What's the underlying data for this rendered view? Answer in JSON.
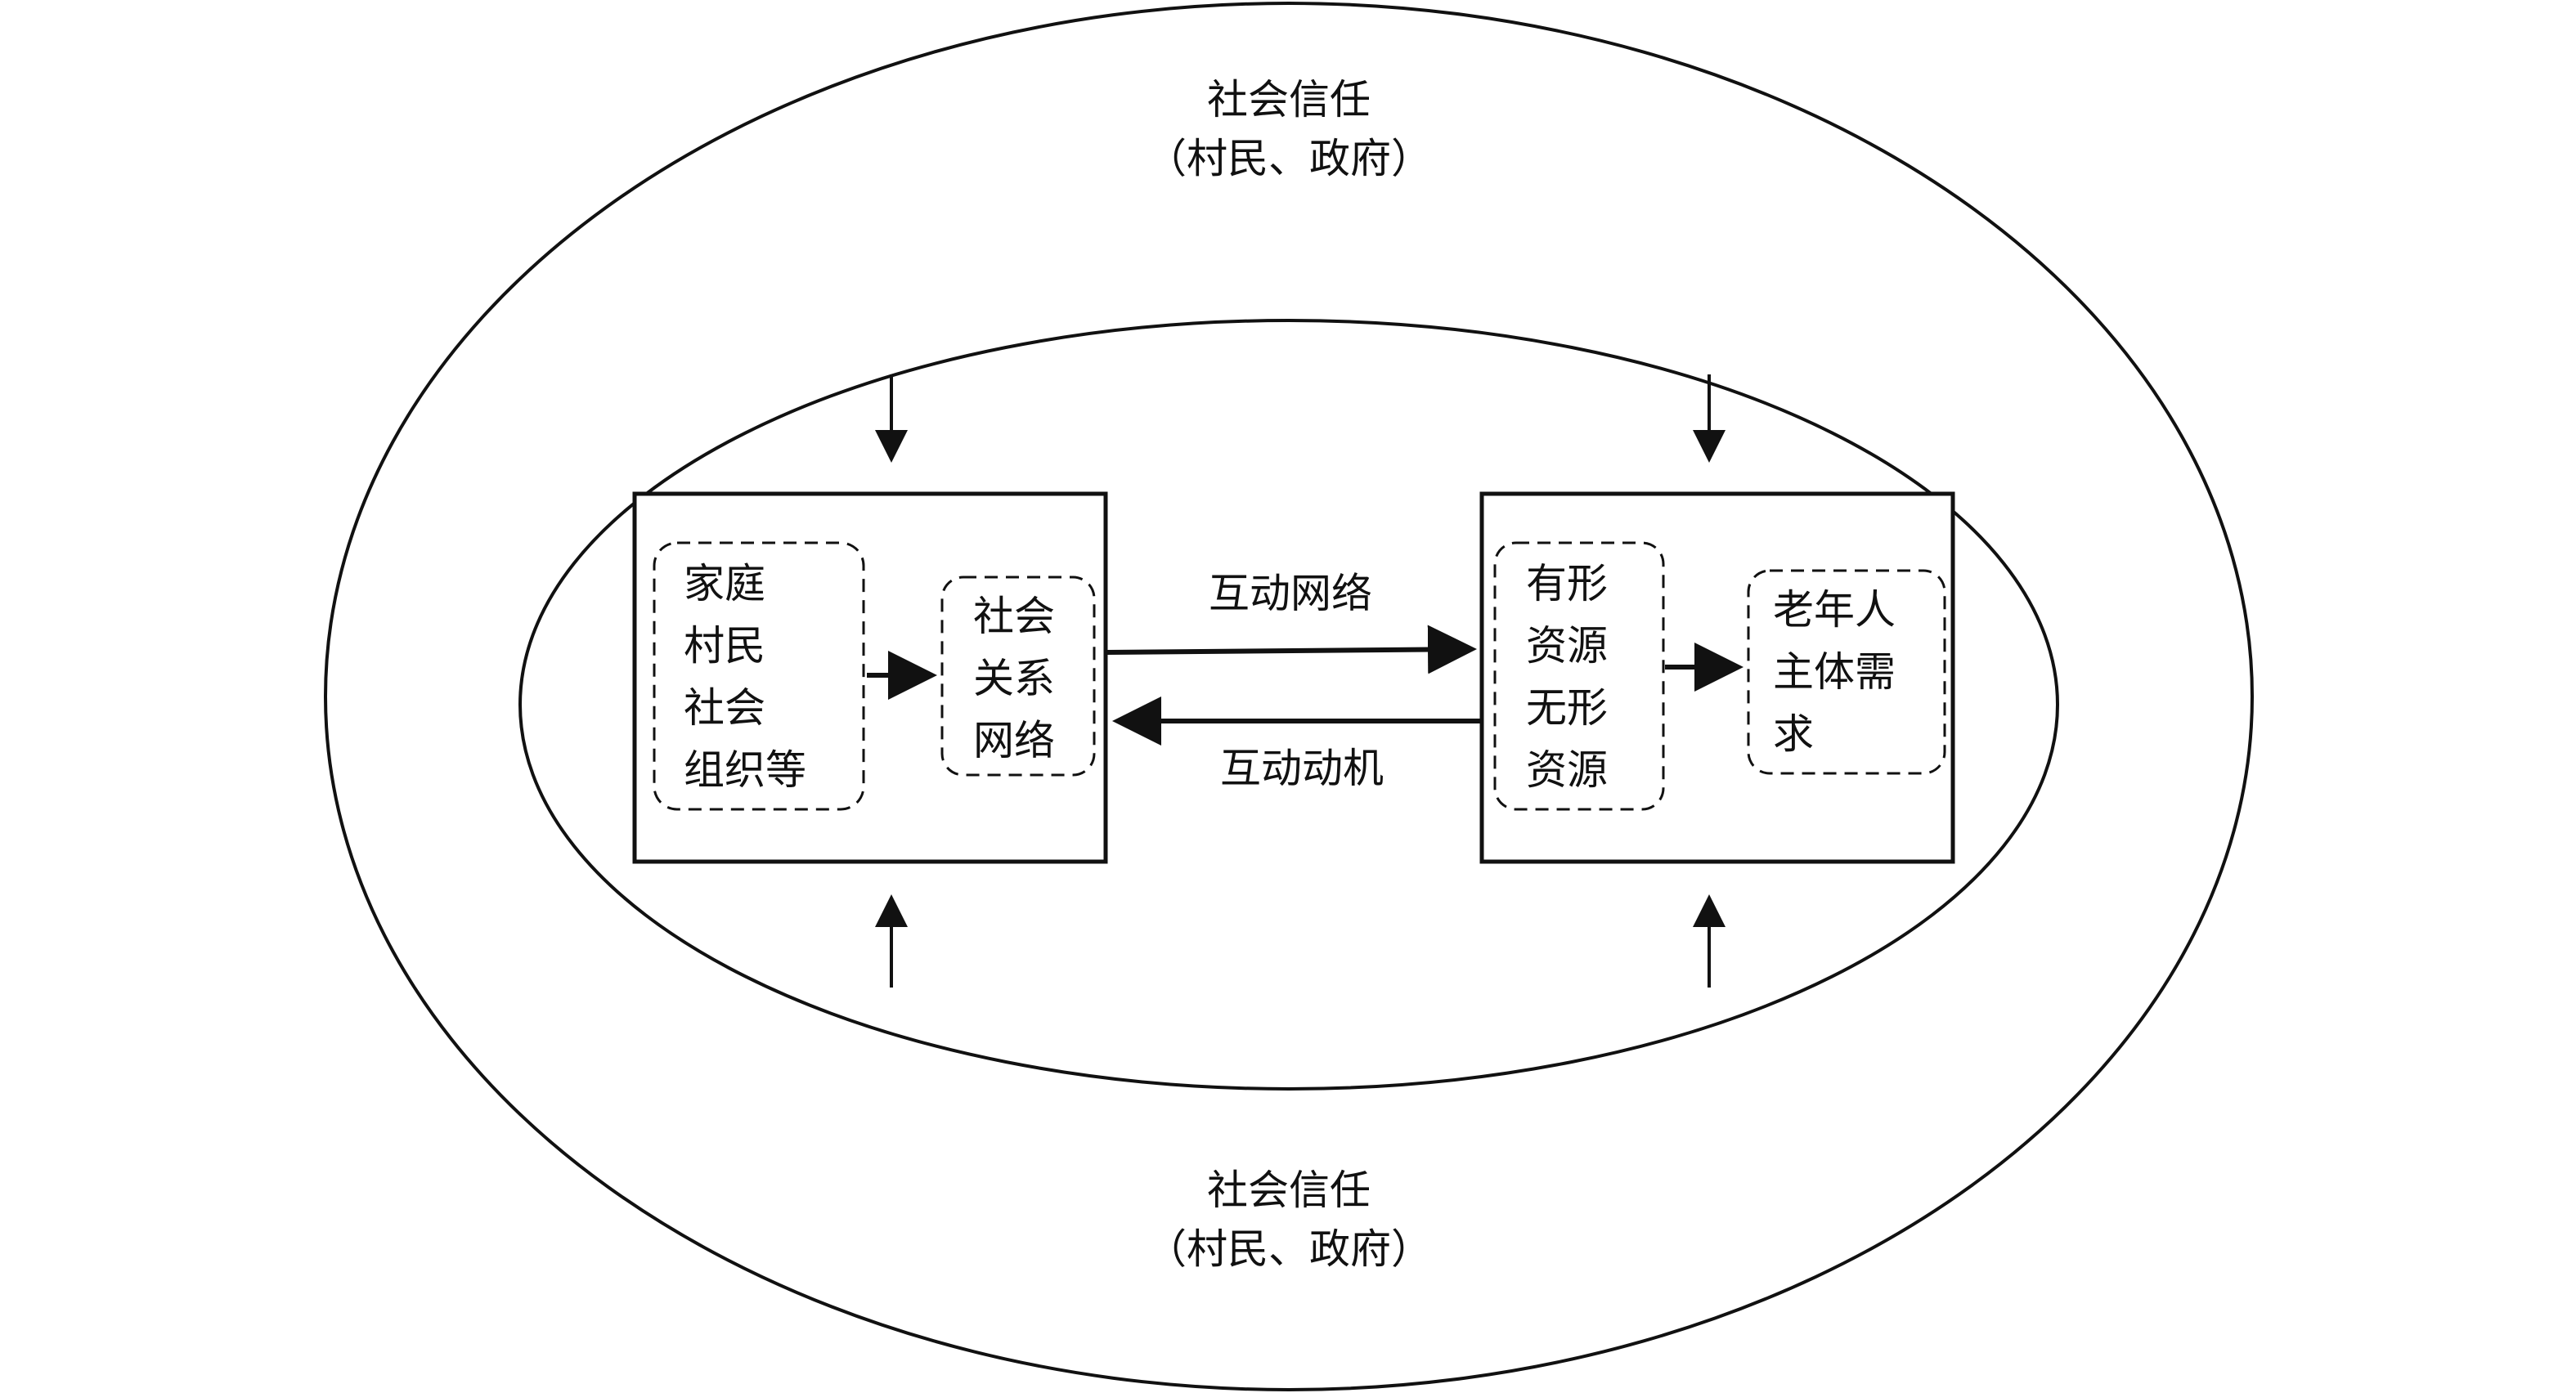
{
  "diagram": {
    "outer_ring": {
      "top_label": {
        "title": "社会信任",
        "subtitle": "（村民、政府）"
      },
      "bottom_label": {
        "title": "社会信任",
        "subtitle": "（村民、政府）"
      }
    },
    "left_box": {
      "actors": [
        "家庭",
        "村民",
        "社会",
        "组织等"
      ],
      "network": [
        "社会",
        "关系",
        "网络"
      ]
    },
    "right_box": {
      "resources": [
        "有形",
        "资源",
        "无形",
        "资源"
      ],
      "needs": [
        "老年人",
        "主体需",
        "求"
      ]
    },
    "links": {
      "forward_label": "互动网络",
      "backward_label": "互动动机"
    },
    "colors": {
      "stroke": "#111111",
      "background": "#ffffff"
    }
  }
}
